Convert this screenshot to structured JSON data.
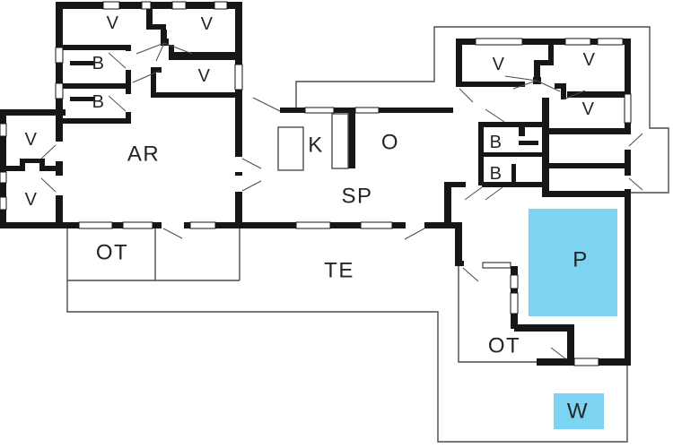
{
  "floor_plan": {
    "colors": {
      "background": "#ffffff",
      "wall": "#161616",
      "line": "#4b4b4b",
      "label": "#242424",
      "pool": "#7cd3f2"
    },
    "rooms": [
      {
        "id": "bedroom-nw",
        "label": "V"
      },
      {
        "id": "bedroom-n",
        "label": "V"
      },
      {
        "id": "bath-1",
        "label": "B"
      },
      {
        "id": "bath-2",
        "label": "B"
      },
      {
        "id": "bedroom-mid",
        "label": "V"
      },
      {
        "id": "annex-room-1",
        "label": "V"
      },
      {
        "id": "annex-room-2",
        "label": "V"
      },
      {
        "id": "living-room",
        "label": "AR"
      },
      {
        "id": "kitchen",
        "label": "K"
      },
      {
        "id": "dining",
        "label": "O"
      },
      {
        "id": "family-room",
        "label": "SP"
      },
      {
        "id": "terrace-left",
        "label": "OT"
      },
      {
        "id": "terrace-main",
        "label": "TE"
      },
      {
        "id": "bedroom-e1",
        "label": "V"
      },
      {
        "id": "bedroom-e2",
        "label": "V"
      },
      {
        "id": "bedroom-e3",
        "label": "V"
      },
      {
        "id": "bath-3",
        "label": "B"
      },
      {
        "id": "bath-4",
        "label": "B"
      },
      {
        "id": "pool",
        "label": "P"
      },
      {
        "id": "terrace-right",
        "label": "OT"
      },
      {
        "id": "whirlpool",
        "label": "W"
      }
    ]
  }
}
